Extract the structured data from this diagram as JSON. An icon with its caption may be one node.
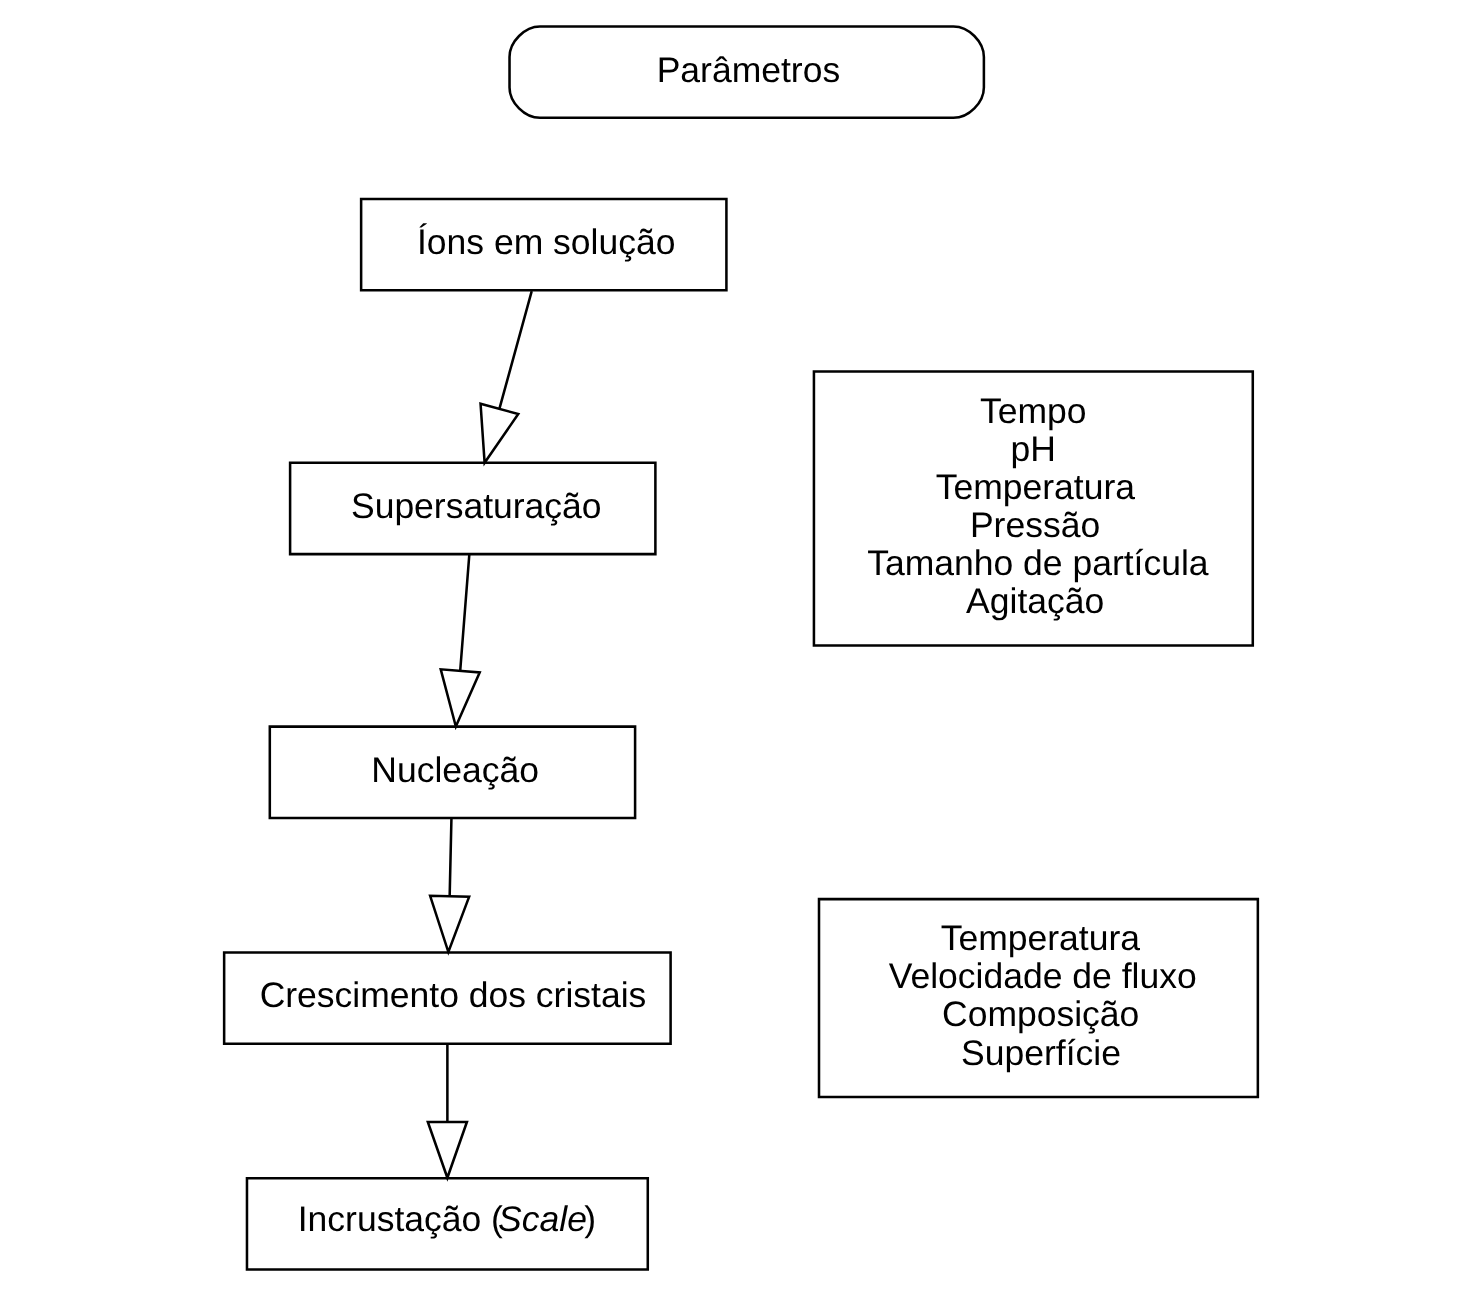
{
  "diagram": {
    "nodes": [
      {
        "text": [
          "Parâmetros"
        ]
      },
      {
        "text": [
          "Íons em solução"
        ]
      },
      {
        "text": [
          "Supersaturação"
        ]
      },
      {
        "text": [
          "Nucleação"
        ]
      },
      {
        "text": [
          "Crescimento dos cristais"
        ]
      },
      {
        "text": [
          "Incrustação (*Scale*)"
        ]
      },
      {
        "text": [
          "Tempo",
          "pH",
          "Temperatura",
          "Pressão",
          "Tamanho de partícula",
          "Agitação"
        ]
      },
      {
        "text": [
          "Temperatura",
          "Velocidade de fluxo",
          "Composição",
          "Superfície"
        ]
      }
    ],
    "edges": [
      {
        "from": 1,
        "to": 2,
        "arrow": "to"
      },
      {
        "from": 2,
        "to": 3,
        "arrow": "to"
      },
      {
        "from": 3,
        "to": 4,
        "arrow": "to"
      },
      {
        "from": 4,
        "to": 5,
        "arrow": "to"
      }
    ]
  }
}
